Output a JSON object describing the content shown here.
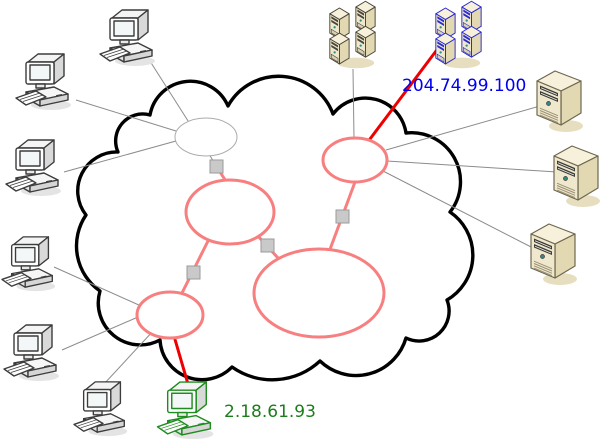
{
  "labels": {
    "blue_ip": "204.74.99.100",
    "green_ip": "2.18.61.93"
  },
  "colors": {
    "blue_ip_text": "#0000ee",
    "green_ip_text": "#1d7d1d",
    "highlight_line_red": "#ee0000",
    "backbone_pink": "#f87f7f",
    "cloud_outline": "#000000",
    "cloud_fill": "#ffffff",
    "access_line_gray": "#8c8c8c",
    "white_ellipse_stroke": "#ababab",
    "link_square_fill": "#c9c9c9",
    "link_square_border": "#9a9a9a",
    "server_beige": "#f0e8cc",
    "blue_cluster_outline": "#2b2bd0",
    "green_workstation_outline": "#1e8c1e"
  },
  "nodes": [
    {
      "id": "workstation-1",
      "kind": "workstation",
      "area": "top-left"
    },
    {
      "id": "workstation-2",
      "kind": "workstation",
      "area": "top-left"
    },
    {
      "id": "workstation-3",
      "kind": "workstation",
      "area": "left"
    },
    {
      "id": "workstation-4",
      "kind": "workstation",
      "area": "bottom-left"
    },
    {
      "id": "workstation-5",
      "kind": "workstation",
      "area": "bottom-left"
    },
    {
      "id": "workstation-6",
      "kind": "workstation",
      "area": "bottom-left"
    },
    {
      "id": "green-workstation",
      "kind": "workstation",
      "highlight": "green",
      "label": "2.18.61.93"
    },
    {
      "id": "server-cluster-top",
      "kind": "server-cluster",
      "area": "top-middle"
    },
    {
      "id": "blue-server-cluster",
      "kind": "server-cluster",
      "highlight": "blue",
      "label": "204.74.99.100"
    },
    {
      "id": "tower-server-1",
      "kind": "tower-server",
      "area": "right"
    },
    {
      "id": "tower-server-2",
      "kind": "tower-server",
      "area": "right"
    },
    {
      "id": "tower-server-3",
      "kind": "tower-server",
      "area": "right"
    },
    {
      "id": "internet-cloud",
      "kind": "cloud"
    },
    {
      "id": "white-network-ellipse",
      "kind": "network-node"
    },
    {
      "id": "backbone-ellipse-top-right",
      "kind": "backbone-node"
    },
    {
      "id": "backbone-ellipse-mid-left",
      "kind": "backbone-node"
    },
    {
      "id": "backbone-ellipse-bottom-left",
      "kind": "backbone-node"
    },
    {
      "id": "backbone-ellipse-large-bottom",
      "kind": "backbone-node"
    },
    {
      "id": "link-node-1",
      "kind": "link-square"
    },
    {
      "id": "link-node-2",
      "kind": "link-square"
    },
    {
      "id": "link-node-3",
      "kind": "link-square"
    },
    {
      "id": "link-node-4",
      "kind": "link-square"
    }
  ],
  "edges": [
    {
      "from": "workstation-1",
      "to": "white-network-ellipse",
      "style": "thin-gray"
    },
    {
      "from": "workstation-2",
      "to": "white-network-ellipse",
      "style": "thin-gray"
    },
    {
      "from": "workstation-3",
      "to": "white-network-ellipse",
      "style": "thin-gray"
    },
    {
      "from": "workstation-4",
      "to": "backbone-ellipse-bottom-left",
      "style": "thin-gray"
    },
    {
      "from": "workstation-5",
      "to": "backbone-ellipse-bottom-left",
      "style": "thin-gray"
    },
    {
      "from": "workstation-6",
      "to": "backbone-ellipse-bottom-left",
      "style": "thin-gray"
    },
    {
      "from": "server-cluster-top",
      "to": "backbone-ellipse-top-right",
      "style": "thin-gray"
    },
    {
      "from": "tower-server-1",
      "to": "backbone-ellipse-top-right",
      "style": "thin-gray"
    },
    {
      "from": "tower-server-2",
      "to": "backbone-ellipse-top-right",
      "style": "thin-gray"
    },
    {
      "from": "tower-server-3",
      "to": "backbone-ellipse-top-right",
      "style": "thin-gray"
    },
    {
      "from": "blue-server-cluster",
      "to": "backbone-ellipse-top-right",
      "style": "highlight-red"
    },
    {
      "from": "green-workstation",
      "to": "backbone-ellipse-bottom-left",
      "style": "highlight-red"
    },
    {
      "from": "white-network-ellipse",
      "to": "backbone-ellipse-mid-left",
      "style": "backbone-via-link-node-1"
    },
    {
      "from": "backbone-ellipse-mid-left",
      "to": "backbone-ellipse-large-bottom",
      "style": "backbone-via-link-node-2"
    },
    {
      "from": "backbone-ellipse-mid-left",
      "to": "backbone-ellipse-bottom-left",
      "style": "backbone-via-link-node-3"
    },
    {
      "from": "backbone-ellipse-top-right",
      "to": "backbone-ellipse-large-bottom",
      "style": "backbone-via-link-node-4"
    }
  ]
}
